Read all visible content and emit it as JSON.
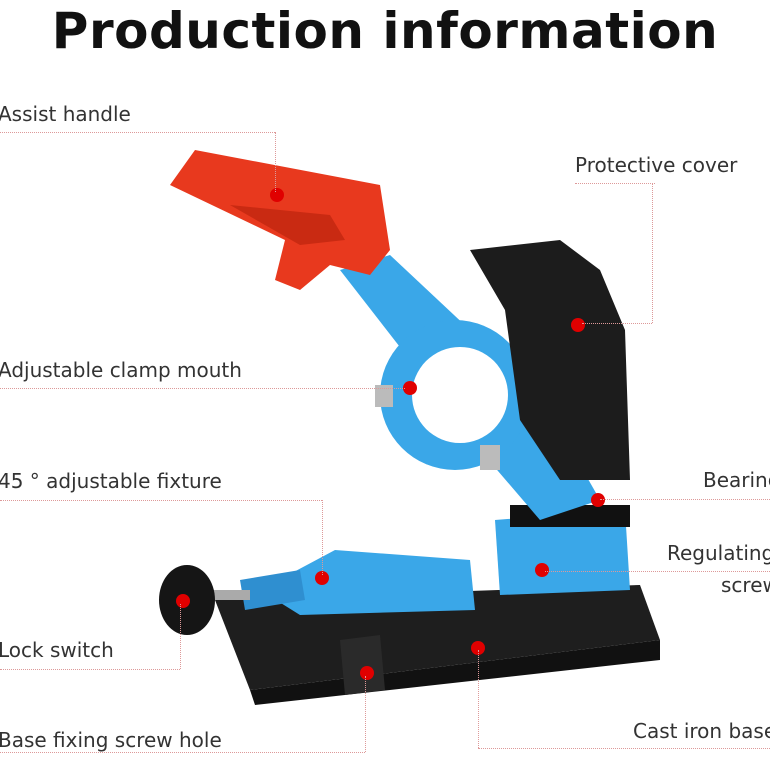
{
  "title": "Production information",
  "labels": {
    "assist_handle": "Assist handle",
    "protective_cover": "Protective cover",
    "adjustable_clamp_mouth": "Adjustable clamp mouth",
    "adjustable_fixture": "45 ° adjustable fixture",
    "bearing": "Bearing",
    "regulating_screw_1": "Regulating",
    "regulating_screw_2": "screw",
    "lock_switch": "Lock switch",
    "base_fixing_screw_hole": "Base fixing screw hole",
    "cast_iron_base": "Cast iron base"
  },
  "colors": {
    "handle": "#e8391e",
    "body": "#3aa7e8",
    "cover": "#1c1c1c",
    "marker": "#e00000"
  }
}
